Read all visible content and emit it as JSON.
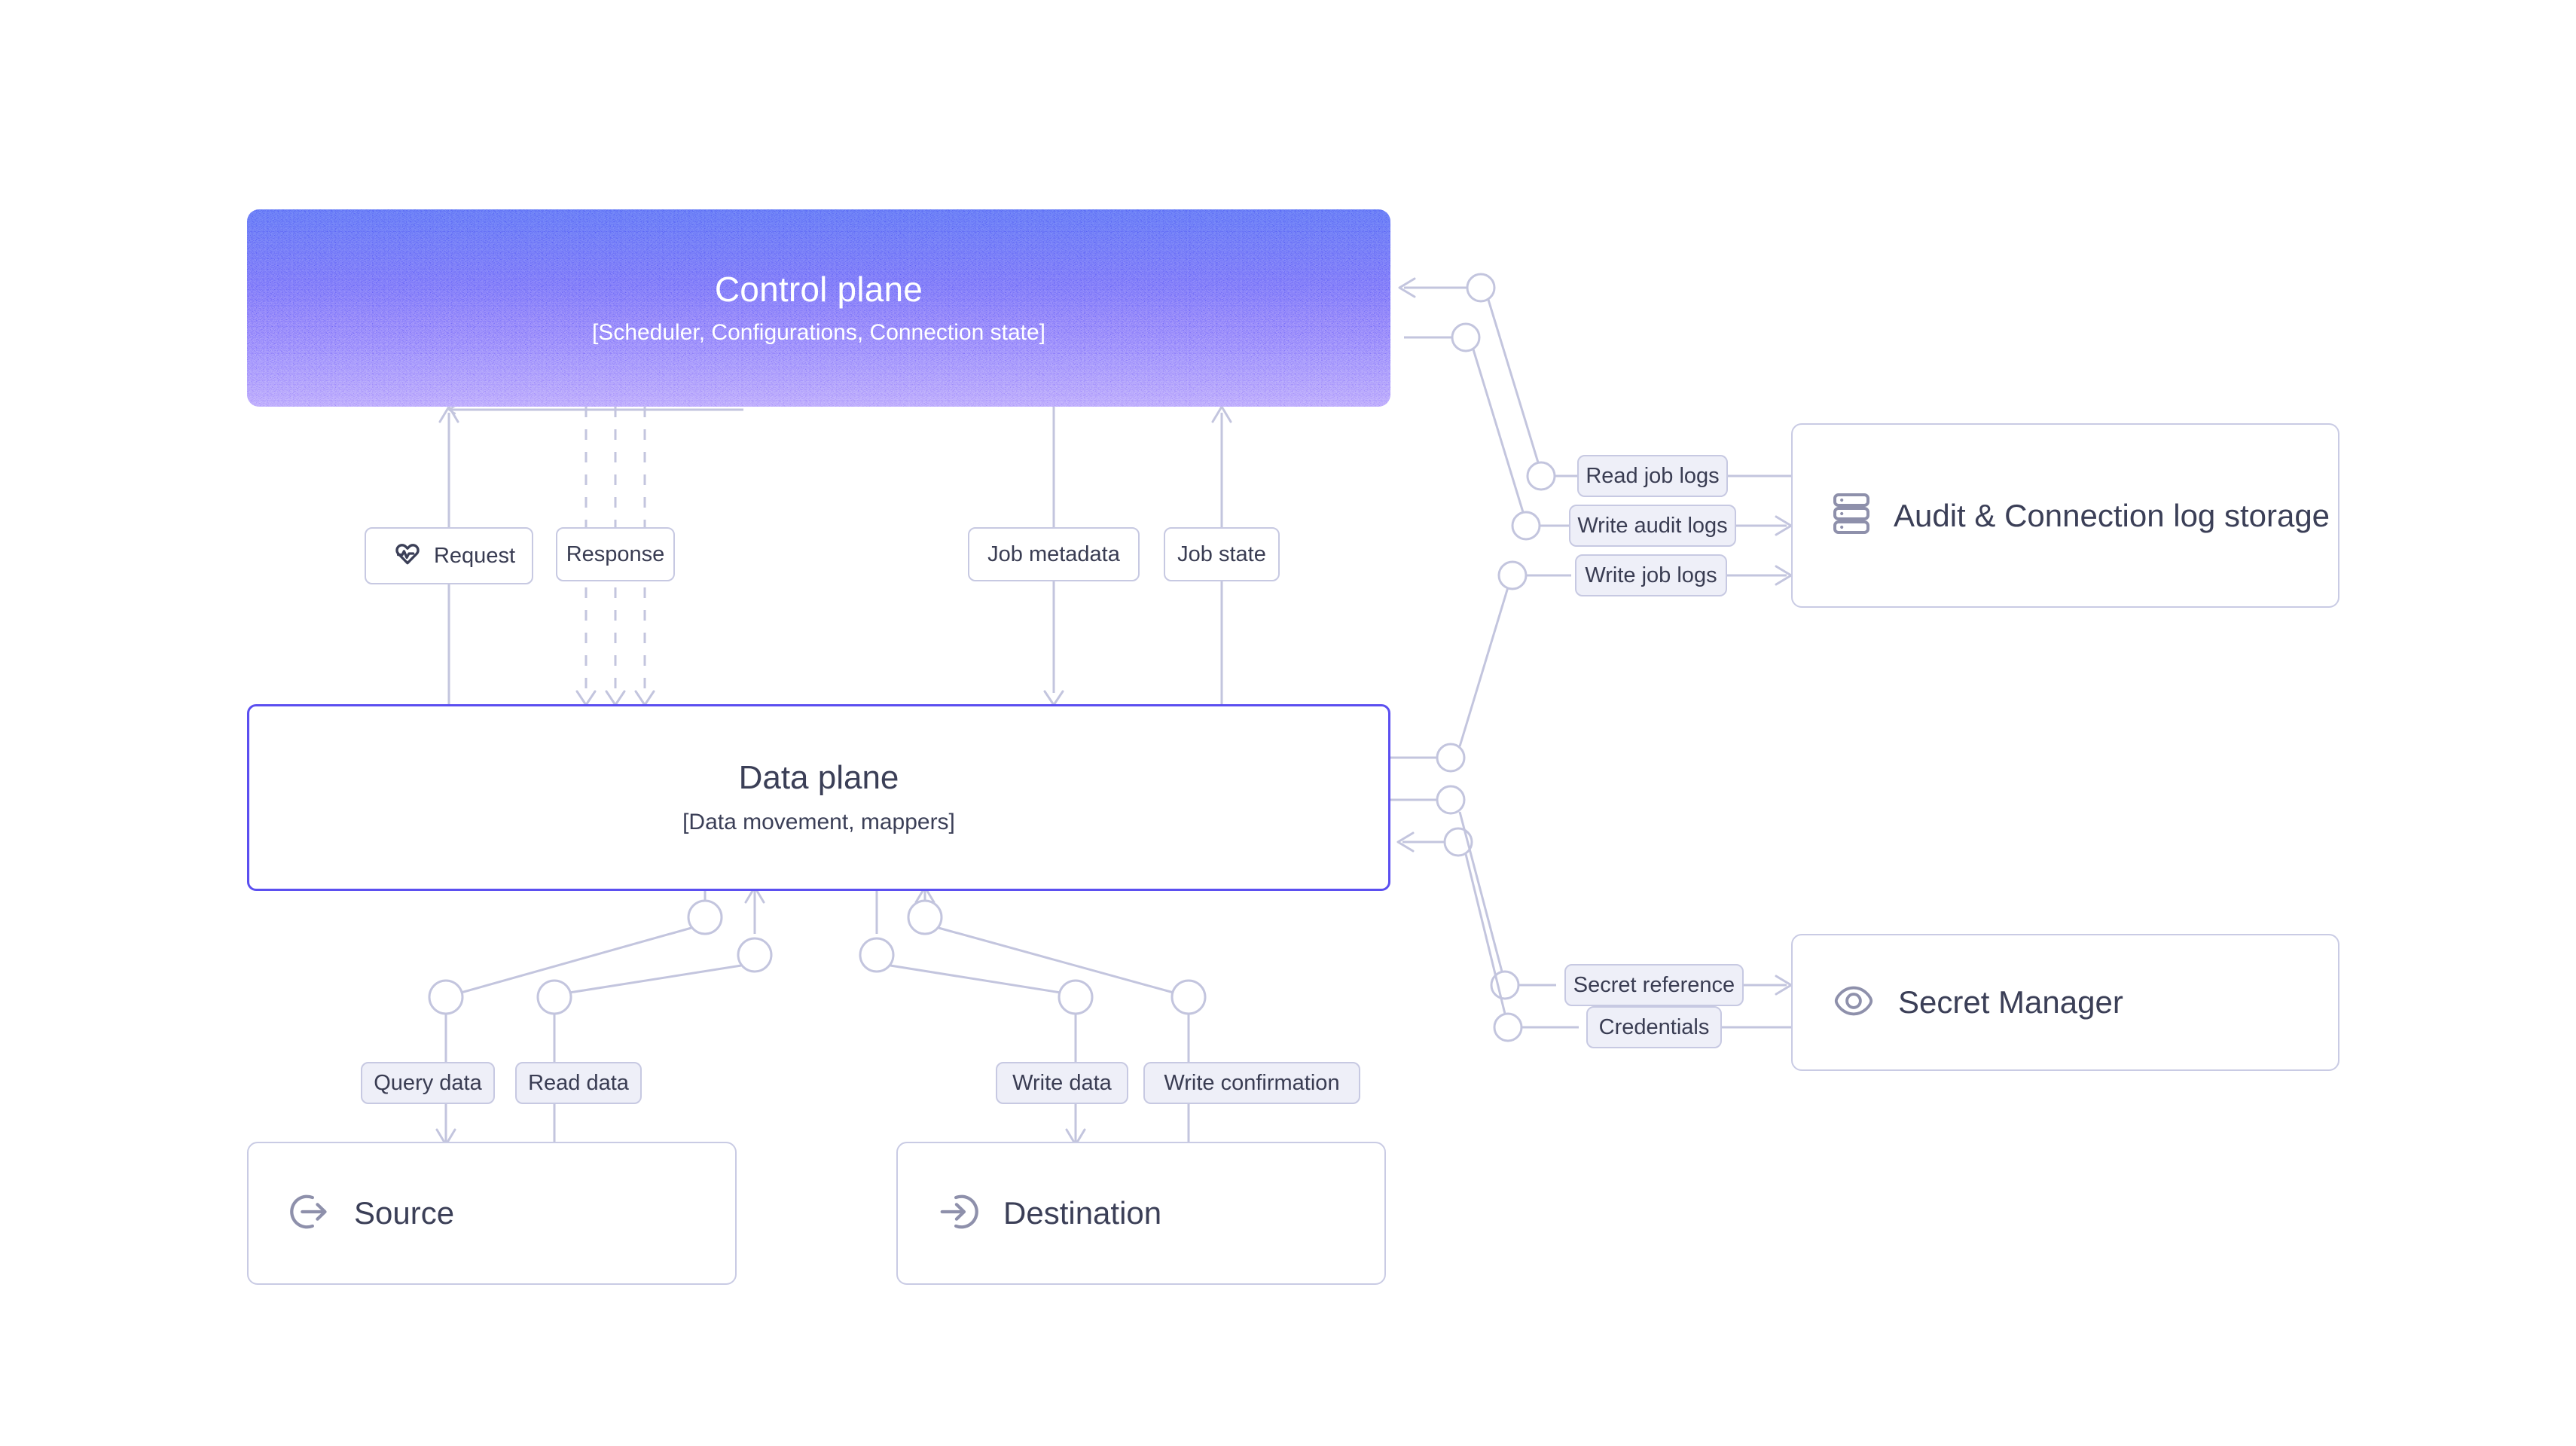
{
  "diagram": {
    "title": "Control plane / Data plane architecture",
    "background": "#ffffff",
    "accent_color": "#5b4ff0",
    "edge_color": "#c3c5de",
    "label_fill": "#eeeff8",
    "label_border": "#c7c9e2",
    "text_color": "#3b3f57"
  },
  "nodes": {
    "control_plane": {
      "title": "Control plane",
      "subtitle": "[Scheduler, Configurations, Connection state]",
      "gradient_from": "#5a6bf5",
      "gradient_to": "#b19cfd"
    },
    "data_plane": {
      "title": "Data plane",
      "subtitle": "[Data movement, mappers]",
      "border_color": "#5b4ff0"
    },
    "audit": {
      "label": "Audit & Connection log storage",
      "icon": "database-icon"
    },
    "secret_manager": {
      "label": "Secret Manager",
      "icon": "eye-icon"
    },
    "source": {
      "label": "Source",
      "icon": "log-out-icon"
    },
    "destination": {
      "label": "Destination",
      "icon": "log-in-icon"
    }
  },
  "edge_labels": {
    "request": {
      "text": "Request",
      "icon": "heart-pulse-icon",
      "style": "hollow"
    },
    "response": {
      "text": "Response",
      "style": "hollow"
    },
    "job_metadata": {
      "text": "Job metadata",
      "style": "hollow"
    },
    "job_state": {
      "text": "Job state",
      "style": "hollow"
    },
    "read_job_logs": {
      "text": "Read job logs",
      "style": "filled"
    },
    "write_audit_logs": {
      "text": "Write audit logs",
      "style": "filled"
    },
    "write_job_logs": {
      "text": "Write job logs",
      "style": "filled"
    },
    "secret_reference": {
      "text": "Secret reference",
      "style": "filled"
    },
    "credentials": {
      "text": "Credentials",
      "style": "filled"
    },
    "query_data": {
      "text": "Query data",
      "style": "filled"
    },
    "read_data": {
      "text": "Read data",
      "style": "filled"
    },
    "write_data": {
      "text": "Write data",
      "style": "filled"
    },
    "write_confirmation": {
      "text": "Write confirmation",
      "style": "filled"
    }
  }
}
